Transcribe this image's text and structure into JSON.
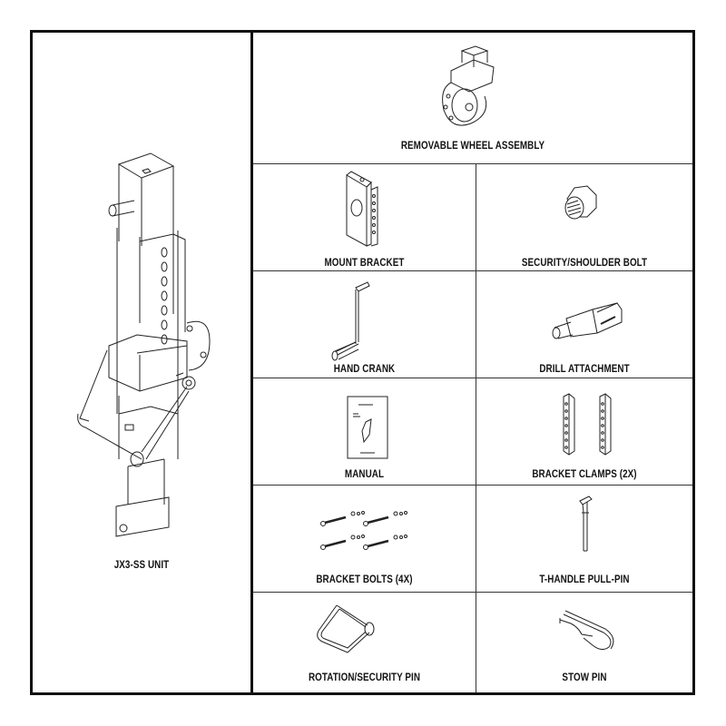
{
  "main_unit": {
    "label": "JX3-SS UNIT",
    "icon": "jack-unit-icon"
  },
  "header_item": {
    "label": "REMOVABLE WHEEL ASSEMBLY",
    "icon": "wheel-assembly-icon"
  },
  "items": [
    {
      "label": "MOUNT BRACKET",
      "icon": "mount-bracket-icon"
    },
    {
      "label": "SECURITY/SHOULDER BOLT",
      "icon": "shoulder-bolt-icon"
    },
    {
      "label": "HAND CRANK",
      "icon": "hand-crank-icon"
    },
    {
      "label": "DRILL ATTACHMENT",
      "icon": "drill-attachment-icon"
    },
    {
      "label": "MANUAL",
      "icon": "manual-icon"
    },
    {
      "label": "BRACKET CLAMPS (2X)",
      "icon": "bracket-clamps-icon"
    },
    {
      "label": "BRACKET BOLTS (4X)",
      "icon": "bracket-bolts-icon"
    },
    {
      "label": "T-HANDLE PULL-PIN",
      "icon": "t-handle-pull-pin-icon"
    },
    {
      "label": "ROTATION/SECURITY PIN",
      "icon": "rotation-security-pin-icon"
    },
    {
      "label": "STOW PIN",
      "icon": "stow-pin-icon"
    }
  ]
}
